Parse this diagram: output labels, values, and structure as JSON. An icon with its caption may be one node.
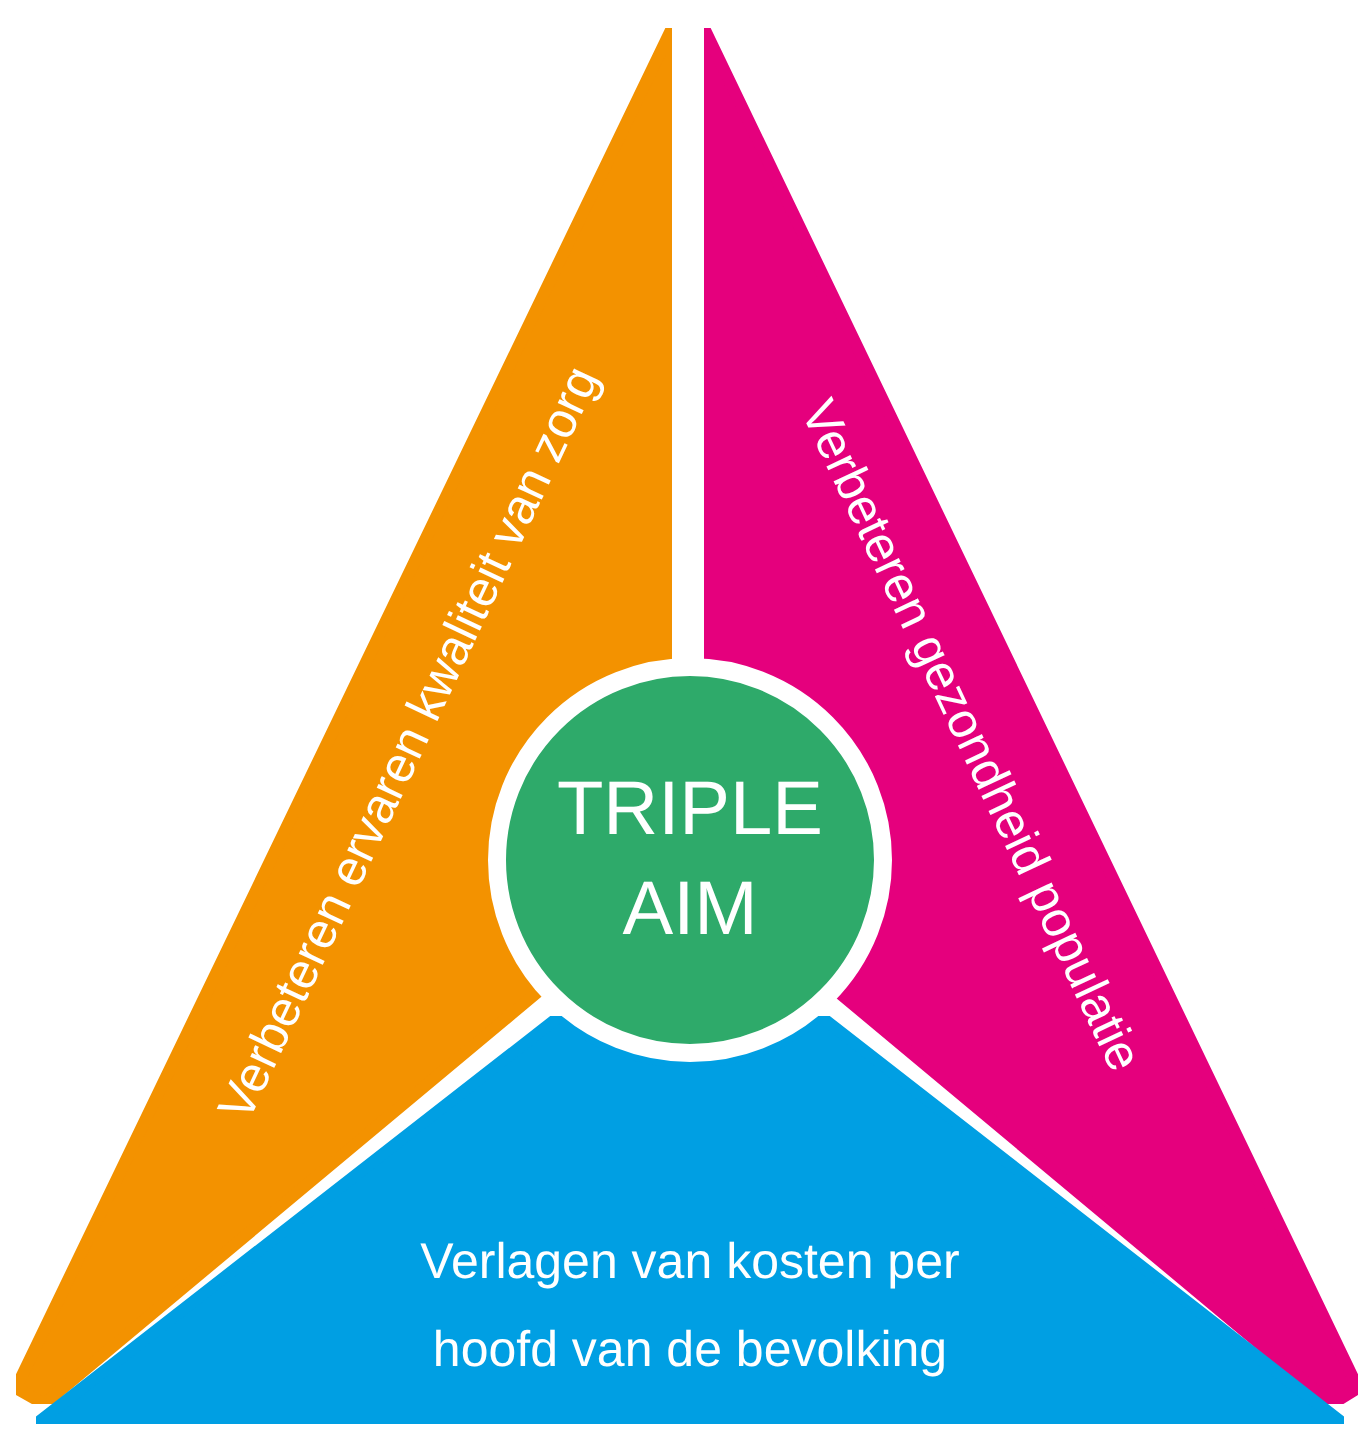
{
  "diagram": {
    "nodes": [
      {
        "text": [
          "Verbeteren ervaren kwaliteit van zorg"
        ]
      },
      {
        "text": [
          "Verbeteren gezondheid populatie"
        ]
      },
      {
        "text": [
          "TRIPLE AIM"
        ]
      },
      {
        "text": [
          "Verlagen van kosten per hoofd van de bevolking"
        ]
      }
    ]
  }
}
